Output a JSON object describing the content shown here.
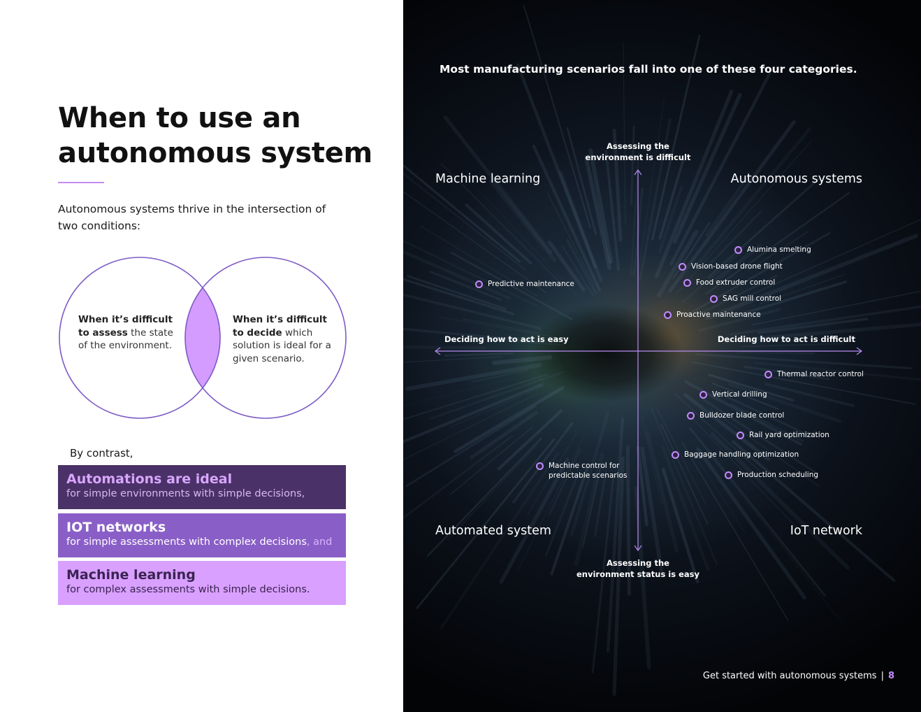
{
  "left": {
    "title": "When to use an autonomous system",
    "intro": "Autonomous systems thrive in the intersection of two conditions:",
    "venn": {
      "left_bold": "When it’s difficult to assess",
      "left_rest": " the state of the environment.",
      "right_bold": "When it’s difficult to decide",
      "right_rest": " which solution is ideal for a given scenario."
    },
    "contrast_label": "By contrast,",
    "boxes": [
      {
        "title": "Automations are ideal",
        "sub": "for simple environments with simple decisions,"
      },
      {
        "title": "IOT networks",
        "sub": "for simple assessments with complex decisions",
        "sub_suffix": ", and"
      },
      {
        "title": "Machine learning",
        "sub": "for complex assessments with simple decisions."
      }
    ]
  },
  "right": {
    "headline": "Most manufacturing scenarios fall into one of these four categories.",
    "quadrants": {
      "top_left": "Machine learning",
      "top_right": "Autonomous systems",
      "bottom_left": "Automated system",
      "bottom_right": "IoT network"
    },
    "axes": {
      "top": "Assessing the\nenvironment is difficult",
      "bottom": "Assessing the\nenvironment status is easy",
      "left": "Deciding how to act is easy",
      "right": "Deciding how to act is difficult"
    },
    "points": [
      {
        "label": "Alumina smelting"
      },
      {
        "label": "Vision-based drone flight"
      },
      {
        "label": "Food extruder control"
      },
      {
        "label": "SAG mill control"
      },
      {
        "label": "Proactive maintenance"
      },
      {
        "label": "Predictive maintenance"
      },
      {
        "label": "Thermal reactor control"
      },
      {
        "label": "Vertical drilling"
      },
      {
        "label": "Bulldozer blade control"
      },
      {
        "label": "Rail yard optimization"
      },
      {
        "label": "Baggage handling optimization"
      },
      {
        "label": "Production scheduling"
      },
      {
        "label": "Machine control for\npredictable scenarios"
      }
    ],
    "footer": {
      "text": "Get started with autonomous systems",
      "separator": "|",
      "page": "8"
    },
    "colors": {
      "accent": "#c48bff",
      "dark_box": "#4a3167",
      "mid_box": "#8a5ec7",
      "light_box": "#d9a0ff"
    }
  }
}
